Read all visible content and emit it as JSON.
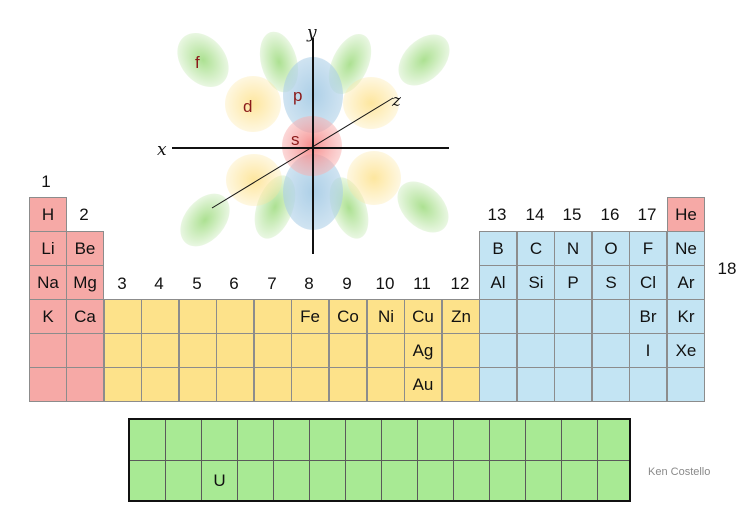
{
  "orbital_diagram": {
    "axes": {
      "x": "x",
      "y": "y",
      "z": "z"
    },
    "orbital_labels": {
      "s": "s",
      "p": "p",
      "d": "d",
      "f": "f"
    },
    "colors": {
      "s": "#f4a6a6",
      "p": "#a9cde6",
      "d": "#fde59a",
      "f": "#a8df8c"
    }
  },
  "group_numbers": {
    "g1": "1",
    "g2": "2",
    "g3": "3",
    "g4": "4",
    "g5": "5",
    "g6": "6",
    "g7": "7",
    "g8": "8",
    "g9": "9",
    "g10": "10",
    "g11": "11",
    "g12": "12",
    "g13": "13",
    "g14": "14",
    "g15": "15",
    "g16": "16",
    "g17": "17",
    "g18": "18"
  },
  "elements": {
    "H": "H",
    "He": "He",
    "Li": "Li",
    "Be": "Be",
    "B": "B",
    "C": "C",
    "N": "N",
    "O": "O",
    "F": "F",
    "Ne": "Ne",
    "Na": "Na",
    "Mg": "Mg",
    "Al": "Al",
    "Si": "Si",
    "P": "P",
    "S": "S",
    "Cl": "Cl",
    "Ar": "Ar",
    "K": "K",
    "Ca": "Ca",
    "Fe": "Fe",
    "Co": "Co",
    "Ni": "Ni",
    "Cu": "Cu",
    "Zn": "Zn",
    "Br": "Br",
    "Kr": "Kr",
    "Ag": "Ag",
    "I": "I",
    "Xe": "Xe",
    "Au": "Au",
    "U": "U"
  },
  "block_colors": {
    "s": "#f6a9a6",
    "d": "#fde28a",
    "p": "#c3e4f3",
    "f": "#a8ea94"
  },
  "credit": "Ken Costello"
}
